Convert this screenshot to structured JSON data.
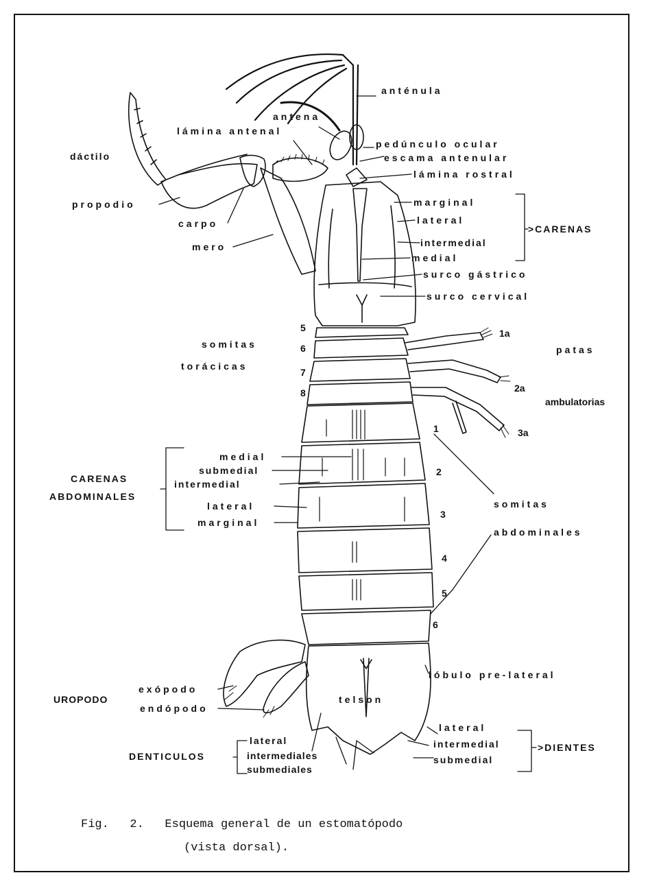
{
  "labels": {
    "antenula": "anténula",
    "antena": "antena",
    "lamina_antenal": "lámina antenal",
    "pedunculo_ocular": "pedúnculo ocular",
    "escama_antenular": "escama antenular",
    "lamina_rostral": "lámina rostral",
    "dactilo": "dáctilo",
    "propodio": "propodio",
    "carpo": "carpo",
    "mero": "mero",
    "marginal": "marginal",
    "lateral": "lateral",
    "intermedial": "intermedial",
    "medial": "medial",
    "carenas": ">CARENAS",
    "surco_gastrico": "surco gástrico",
    "surco_cervical": "surco cervical",
    "somitas_1": "somitas",
    "toracicas": "torácicas",
    "patas": "patas",
    "ambulatorias": "ambulatorias",
    "n5": "5",
    "n6": "6",
    "n7": "7",
    "n8": "8",
    "p1a": "1a",
    "p2a": "2a",
    "p3a": "3a",
    "a1": "1",
    "a2": "2",
    "a3": "3",
    "a4": "4",
    "a5": "5",
    "a6": "6",
    "ab_medial": "medial",
    "ab_submedial": "submedial",
    "ab_intermedial": "intermedial",
    "ab_lateral": "lateral",
    "ab_marginal": "marginal",
    "carenas_ab_1": "CARENAS",
    "carenas_ab_2": "ABDOMINALES",
    "somitas_2": "somitas",
    "abdominales": "abdominales",
    "lobulo": "lóbulo pre-lateral",
    "telson": "telson",
    "uropodo": "UROPODO",
    "exopodo": "exópodo",
    "endopodo": "endópodo",
    "d_lateral": "lateral",
    "d_intermedial": "intermedial",
    "d_submedial": "submedial",
    "dientes": ">DIENTES",
    "denticulos": "DENTICULOS",
    "dn_lateral": "lateral",
    "dn_intermediales": "intermediales",
    "dn_submediales": "submediales"
  },
  "caption": {
    "line1": "Fig.   2.   Esquema general de un estomatópodo",
    "line2": "(vista dorsal)."
  }
}
